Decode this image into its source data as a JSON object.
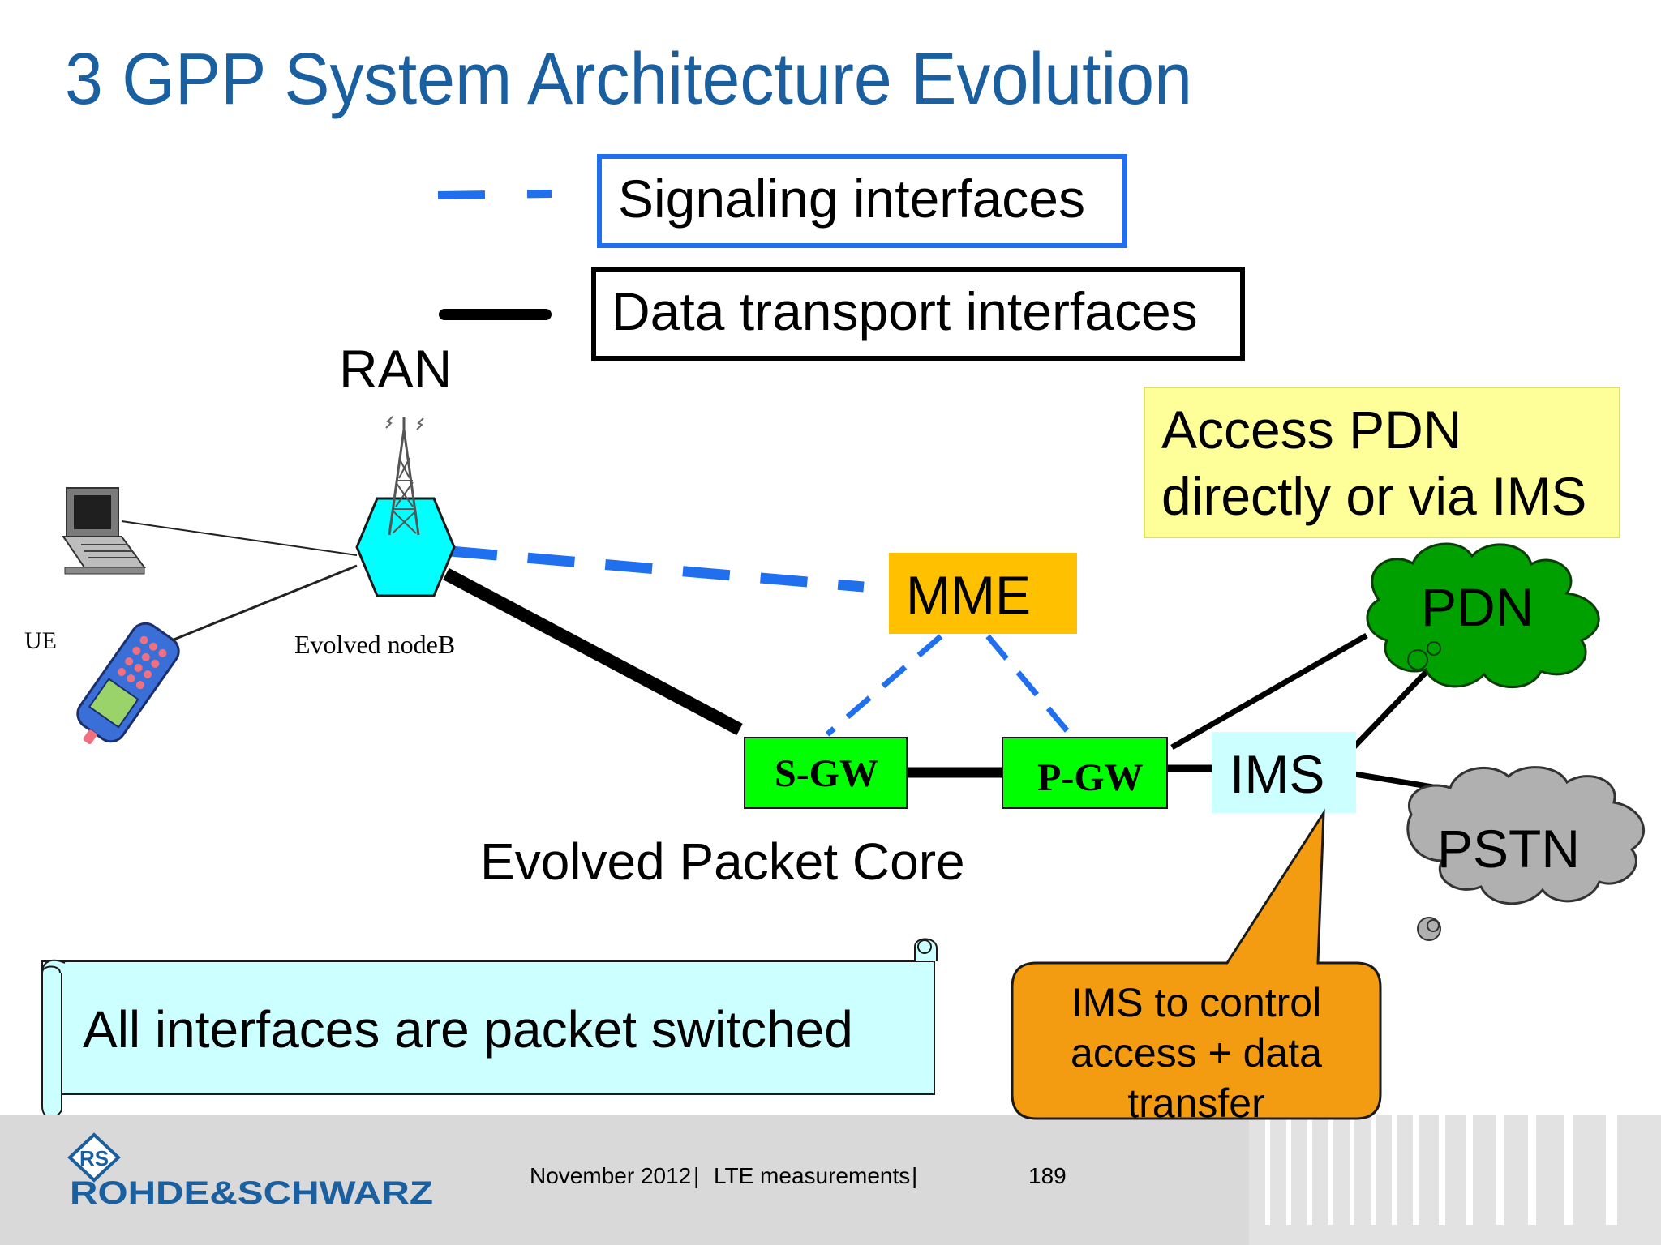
{
  "title": "3 GPP System Architecture Evolution",
  "legend": {
    "signaling_label": "Signaling interfaces",
    "data_label": "Data transport interfaces",
    "signaling_color": "#1f6fef",
    "data_color": "#000000"
  },
  "ran_label": "RAN",
  "ue_label": "UE",
  "enodeb_label": "Evolved nodeB",
  "mme_label": "MME",
  "sgw_label": "S-GW",
  "pgw_label": "P-GW",
  "ims_label": "IMS",
  "pdn_label": "PDN",
  "pstn_label": "PSTN",
  "epc_label": "Evolved Packet Core",
  "access_note": {
    "line1": "Access PDN",
    "line2": "directly or via IMS"
  },
  "scroll_note": "All interfaces are packet switched",
  "callout": {
    "line1": "IMS to control",
    "line2": "access + data",
    "line3": "transfer"
  },
  "footer": {
    "logo_text": "ROHDE&SCHWARZ",
    "logo_monogram": "RS",
    "date": "November 2012",
    "topic": "LTE measurements",
    "page": "189"
  },
  "colors": {
    "title": "#1a5fa0",
    "enodeb_fill": "#00ffff",
    "mme_fill": "#ffc000",
    "gw_fill": "#00ff00",
    "ims_fill": "#ccffff",
    "pdn_fill": "#00a000",
    "pstn_fill": "#b0b0b0",
    "note_fill": "#ffff99",
    "scroll_fill": "#ccffff",
    "callout_fill": "#f39c12",
    "footer_bg": "#d9d9d9",
    "logo_blue": "#1a5fa0"
  }
}
